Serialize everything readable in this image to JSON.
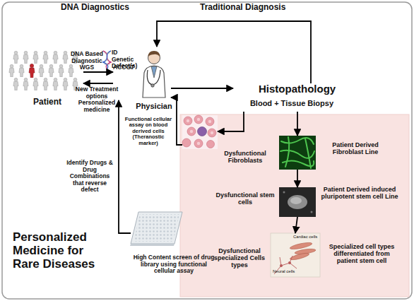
{
  "diagram": {
    "title": "Personalized Medicine for Rare Diseases",
    "nodes": [
      {
        "text": [
          "Patient"
        ]
      },
      {
        "text": [
          "Physician"
        ]
      },
      {
        "text": [
          "Histopathology",
          "Blood + Tissue Biopsy"
        ]
      },
      {
        "text": []
      },
      {
        "text": [
          "Dysfunctional Fibroblasts",
          "Patient Derived Fibroblast Line"
        ]
      },
      {
        "text": [
          "Dysfunctional stem cells",
          "Patient Derived induced pluripotent stem cell Line"
        ]
      },
      {
        "text": [
          "Dysfunctional specialized Cells types",
          "Cardiac cells",
          "Neural cells",
          "Specialized cell types differentiated from patient stem cell"
        ]
      },
      {
        "text": [
          "High Content screen of drug library using functional cellular assay"
        ]
      }
    ],
    "edges": [
      {
        "from": 0,
        "to": 1,
        "label": "DNA Based Diagnostic WGS",
        "arrow": "to"
      },
      {
        "from": 1,
        "to": 0,
        "label": "New Treatment options Personalized medicine",
        "arrow": "to"
      },
      {
        "from": 1,
        "to": 2,
        "arrow": "to"
      },
      {
        "from": 2,
        "to": 1,
        "arrow": "to"
      },
      {
        "from": 2,
        "to": 3,
        "arrow": "to"
      },
      {
        "from": 2,
        "to": 4,
        "arrow": "to"
      },
      {
        "from": 3,
        "to": 1,
        "label": "Functional cellular assay on blood derived cells (Theranostic marker)",
        "arrow": "to"
      },
      {
        "from": 4,
        "to": 5,
        "arrow": "to"
      },
      {
        "from": 5,
        "to": 6,
        "arrow": "to"
      },
      {
        "from": 7,
        "to": 1,
        "label": "Identify Drugs & Drug Combinations that reverse defect",
        "arrow": "to"
      }
    ],
    "labels": [
      "DNA Diagnostics",
      "Traditional Diagnosis",
      "ID Genetic Defect(s)",
      "ACCGT"
    ]
  }
}
